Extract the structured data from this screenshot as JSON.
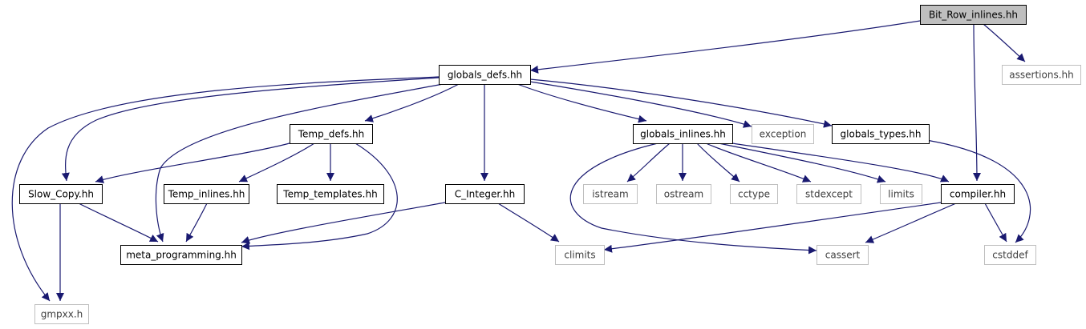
{
  "graph": {
    "nodes": [
      {
        "id": "bit_row_inlines",
        "label": "Bit_Row_inlines.hh",
        "style": "root"
      },
      {
        "id": "globals_defs",
        "label": "globals_defs.hh",
        "style": "file"
      },
      {
        "id": "assertions",
        "label": "assertions.hh",
        "style": "external"
      },
      {
        "id": "temp_defs",
        "label": "Temp_defs.hh",
        "style": "file"
      },
      {
        "id": "globals_inlines",
        "label": "globals_inlines.hh",
        "style": "file"
      },
      {
        "id": "exception",
        "label": "exception",
        "style": "external"
      },
      {
        "id": "globals_types",
        "label": "globals_types.hh",
        "style": "file"
      },
      {
        "id": "slow_copy",
        "label": "Slow_Copy.hh",
        "style": "file"
      },
      {
        "id": "temp_inlines",
        "label": "Temp_inlines.hh",
        "style": "file"
      },
      {
        "id": "temp_templates",
        "label": "Temp_templates.hh",
        "style": "file"
      },
      {
        "id": "c_integer",
        "label": "C_Integer.hh",
        "style": "file"
      },
      {
        "id": "istream",
        "label": "istream",
        "style": "external"
      },
      {
        "id": "ostream",
        "label": "ostream",
        "style": "external"
      },
      {
        "id": "cctype",
        "label": "cctype",
        "style": "external"
      },
      {
        "id": "stdexcept",
        "label": "stdexcept",
        "style": "external"
      },
      {
        "id": "limits",
        "label": "limits",
        "style": "external"
      },
      {
        "id": "compiler",
        "label": "compiler.hh",
        "style": "file"
      },
      {
        "id": "meta_programming",
        "label": "meta_programming.hh",
        "style": "file"
      },
      {
        "id": "climits",
        "label": "climits",
        "style": "external"
      },
      {
        "id": "cassert",
        "label": "cassert",
        "style": "external"
      },
      {
        "id": "cstddef",
        "label": "cstddef",
        "style": "external"
      },
      {
        "id": "gmpxx",
        "label": "gmpxx.h",
        "style": "external"
      }
    ],
    "edges": [
      {
        "from": "bit_row_inlines",
        "to": "globals_defs"
      },
      {
        "from": "bit_row_inlines",
        "to": "assertions"
      },
      {
        "from": "bit_row_inlines",
        "to": "compiler"
      },
      {
        "from": "globals_defs",
        "to": "temp_defs"
      },
      {
        "from": "globals_defs",
        "to": "globals_inlines"
      },
      {
        "from": "globals_defs",
        "to": "exception"
      },
      {
        "from": "globals_defs",
        "to": "globals_types"
      },
      {
        "from": "globals_defs",
        "to": "slow_copy"
      },
      {
        "from": "globals_defs",
        "to": "c_integer"
      },
      {
        "from": "globals_defs",
        "to": "meta_programming"
      },
      {
        "from": "globals_defs",
        "to": "gmpxx"
      },
      {
        "from": "temp_defs",
        "to": "slow_copy"
      },
      {
        "from": "temp_defs",
        "to": "temp_inlines"
      },
      {
        "from": "temp_defs",
        "to": "temp_templates"
      },
      {
        "from": "temp_defs",
        "to": "meta_programming"
      },
      {
        "from": "globals_inlines",
        "to": "istream"
      },
      {
        "from": "globals_inlines",
        "to": "ostream"
      },
      {
        "from": "globals_inlines",
        "to": "cctype"
      },
      {
        "from": "globals_inlines",
        "to": "stdexcept"
      },
      {
        "from": "globals_inlines",
        "to": "limits"
      },
      {
        "from": "globals_inlines",
        "to": "compiler"
      },
      {
        "from": "globals_inlines",
        "to": "cassert"
      },
      {
        "from": "globals_types",
        "to": "cstddef"
      },
      {
        "from": "slow_copy",
        "to": "meta_programming"
      },
      {
        "from": "slow_copy",
        "to": "gmpxx"
      },
      {
        "from": "temp_inlines",
        "to": "meta_programming"
      },
      {
        "from": "c_integer",
        "to": "meta_programming"
      },
      {
        "from": "c_integer",
        "to": "climits"
      },
      {
        "from": "compiler",
        "to": "climits"
      },
      {
        "from": "compiler",
        "to": "cassert"
      },
      {
        "from": "compiler",
        "to": "cstddef"
      },
      {
        "from": "meta_programming",
        "to": "gmpxx"
      }
    ]
  },
  "colors": {
    "edge": "#191970",
    "file_border": "#000000",
    "external_border": "#bfbfbf",
    "external_text": "#404040",
    "root_fill": "#bfbfbf",
    "node_fill": "#ffffff"
  }
}
